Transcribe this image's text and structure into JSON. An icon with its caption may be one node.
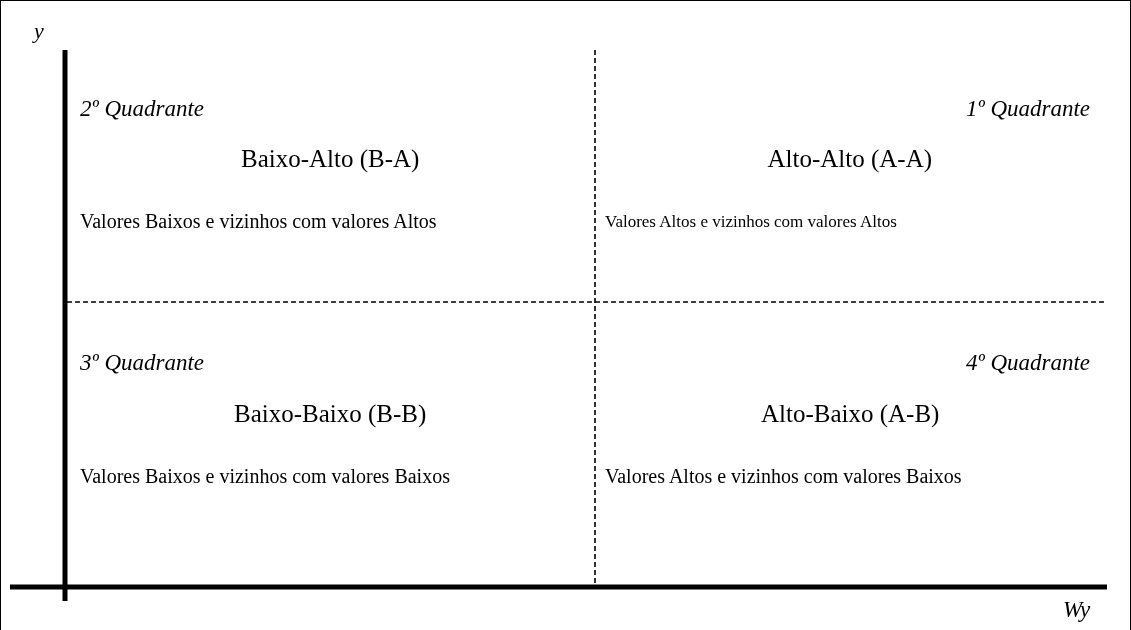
{
  "diagram": {
    "labels": [
      "y",
      "2º Quadrante",
      "1º Quadrante",
      "Baixo-Alto (B-A)",
      "Alto-Alto (A-A)",
      "Valores Baixos e vizinhos com valores Altos",
      "Valores Altos e vizinhos com valores Altos",
      "3º Quadrante",
      "4º Quadrante",
      "Baixo-Baixo (B-B)",
      "Alto-Baixo (A-B)",
      "Valores Baixos e vizinhos com valores Baixos",
      "Valores Altos e vizinhos com valores Baixos",
      "Wy"
    ]
  }
}
